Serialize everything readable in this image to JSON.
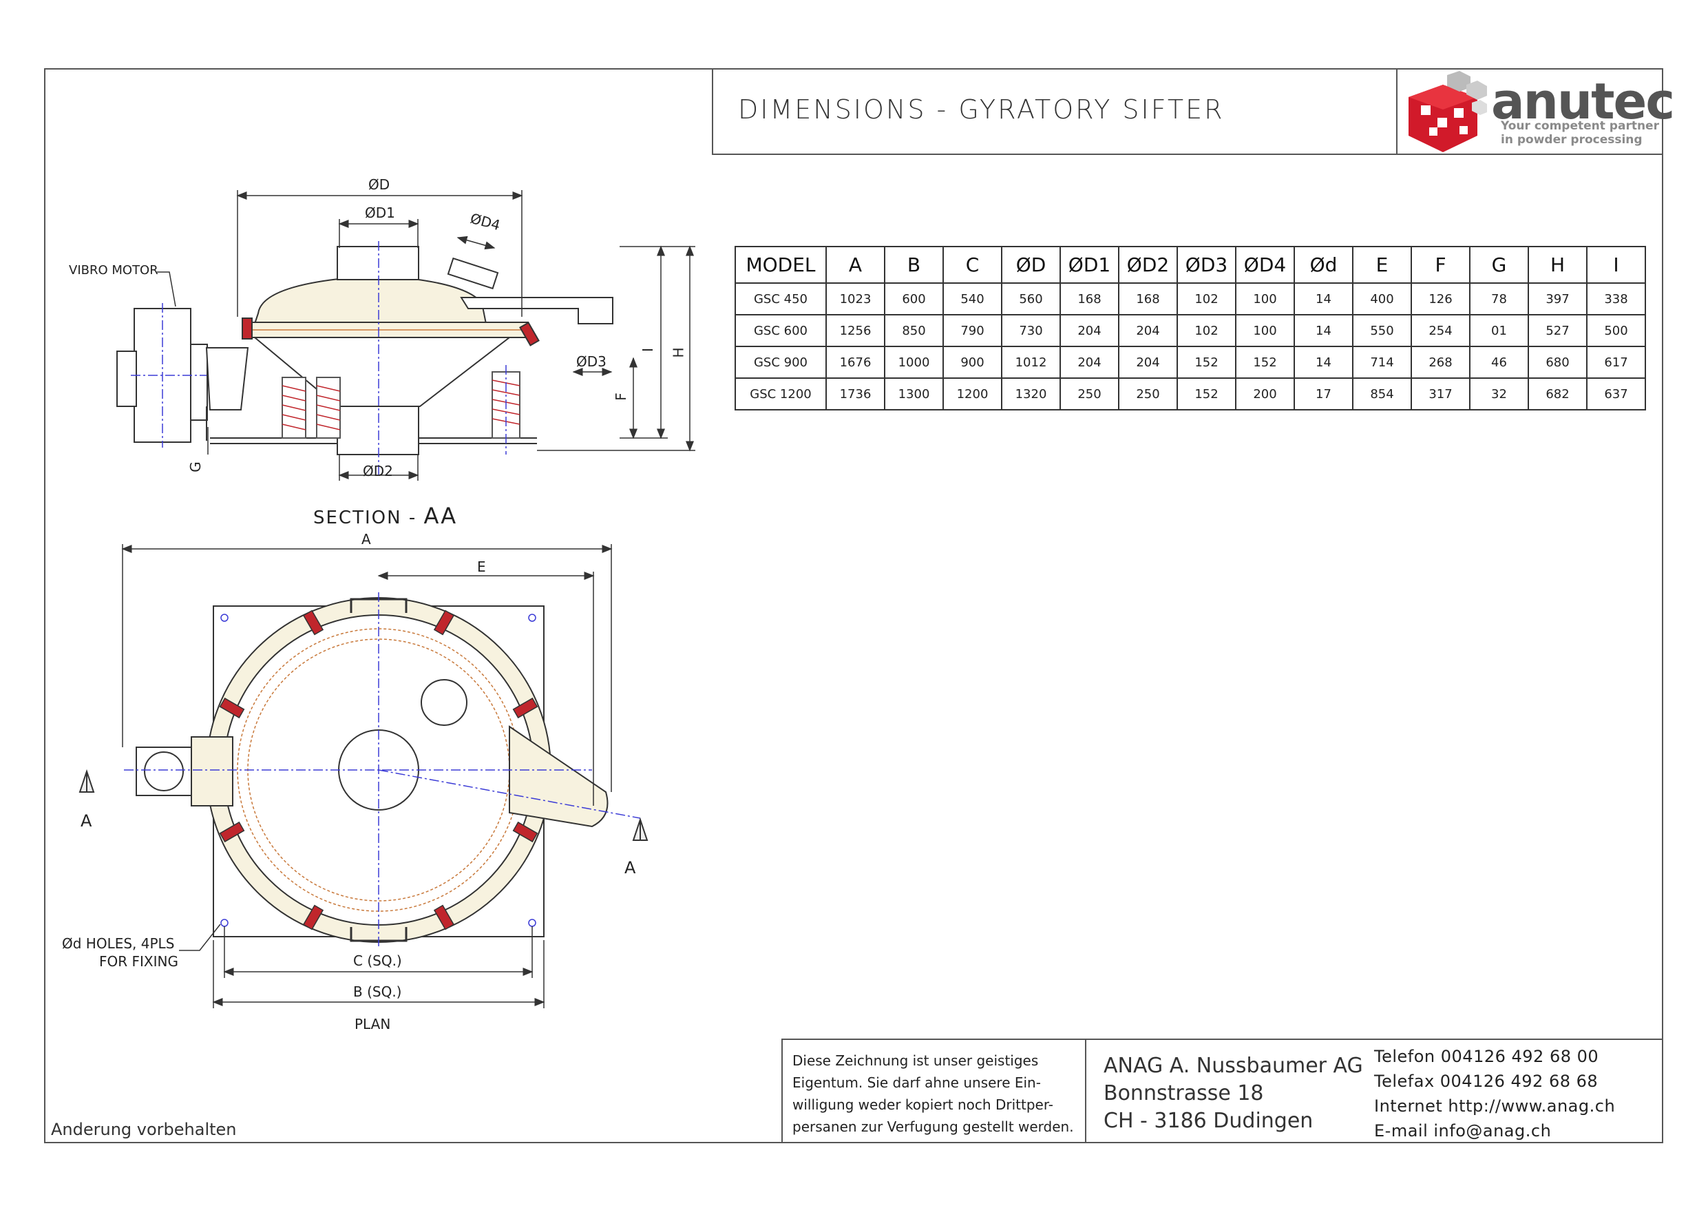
{
  "header": {
    "title": "DIMENSIONS - GYRATORY SIFTER",
    "logo": {
      "wordmark": "anutec",
      "tagline_1": "Your competent partner",
      "tagline_2": "in powder processing",
      "brand_red": "#d11a2a",
      "brand_gray": "#8a8a8a"
    }
  },
  "table": {
    "headers": [
      "MODEL",
      "A",
      "B",
      "C",
      "ØD",
      "ØD1",
      "ØD2",
      "ØD3",
      "ØD4",
      "Ød",
      "E",
      "F",
      "G",
      "H",
      "I"
    ],
    "rows": [
      [
        "GSC 450",
        "1023",
        "600",
        "540",
        "560",
        "168",
        "168",
        "102",
        "100",
        "14",
        "400",
        "126",
        "78",
        "397",
        "338"
      ],
      [
        "GSC 600",
        "1256",
        "850",
        "790",
        "730",
        "204",
        "204",
        "102",
        "100",
        "14",
        "550",
        "254",
        "01",
        "527",
        "500"
      ],
      [
        "GSC 900",
        "1676",
        "1000",
        "900",
        "1012",
        "204",
        "204",
        "152",
        "152",
        "14",
        "714",
        "268",
        "46",
        "680",
        "617"
      ],
      [
        "GSC 1200",
        "1736",
        "1300",
        "1200",
        "1320",
        "250",
        "250",
        "152",
        "200",
        "17",
        "854",
        "317",
        "32",
        "682",
        "637"
      ]
    ]
  },
  "section_view": {
    "caption_prefix": "SECTION -",
    "caption_suffix": "AA",
    "labels": {
      "vibro_motor": "VIBRO MOTOR",
      "d": "ØD",
      "d1": "ØD1",
      "d4": "ØD4",
      "d3": "ØD3",
      "d2": "ØD2",
      "f": "F",
      "i": "I",
      "h": "H",
      "g": "G"
    }
  },
  "plan_view": {
    "caption": "PLAN",
    "labels": {
      "a": "A",
      "e": "E",
      "c_sq": "C (SQ.)",
      "b_sq": "B (SQ.)",
      "holes_1": "Ød HOLES, 4PLS",
      "holes_2": "FOR FIXING",
      "section_left": "A",
      "section_right": "A"
    }
  },
  "footer": {
    "legal": [
      "Diese Zeichnung ist unser geistiges",
      "Eigentum. Sie darf ahne unsere Ein-",
      "willigung weder kopiert noch Drittper-",
      "persanen zur Verfugung gestellt werden."
    ],
    "company": [
      "ANAG A. Nussbaumer AG",
      "Bonnstrasse 18",
      "CH - 3186 Dudingen"
    ],
    "contact": [
      "Telefon 004126 492 68 00",
      "Telefax 004126 492 68 68",
      "Internet http://www.anag.ch",
      "E-mail  info@anag.ch"
    ],
    "note": "Anderung vorbehalten"
  },
  "colors": {
    "line": "#333333",
    "center_line": "#3b3bd6",
    "hidden_line": "#c8783a",
    "clamp_red": "#c0262c",
    "body_tint": "#f7f2df"
  }
}
